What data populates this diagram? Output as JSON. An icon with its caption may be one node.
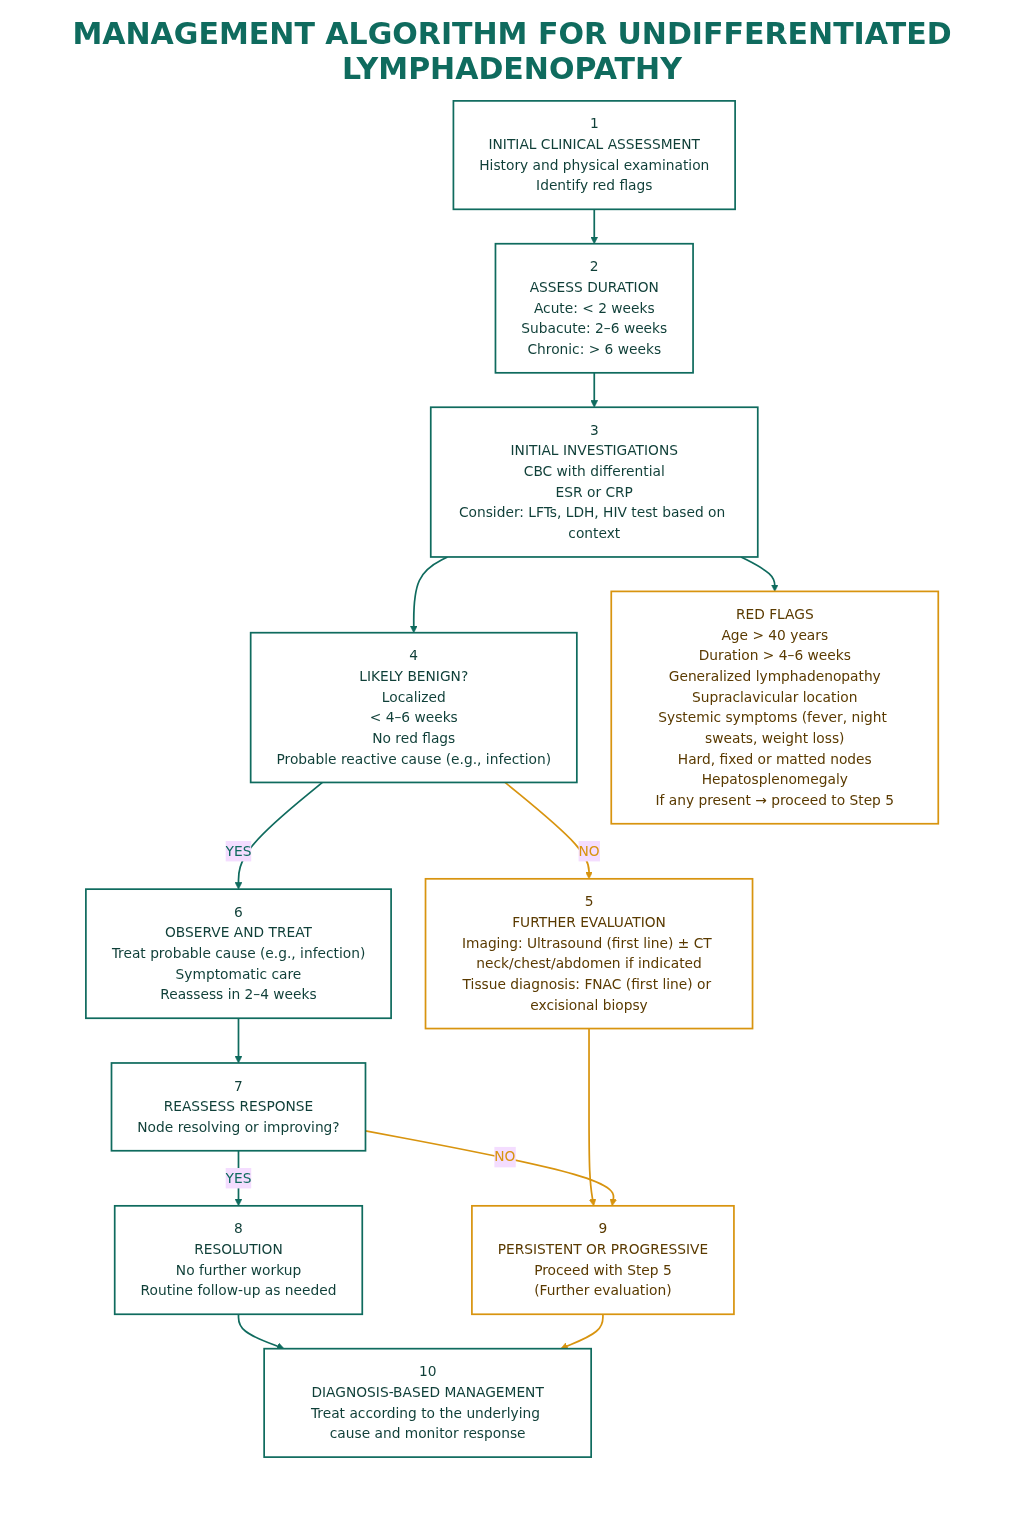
{
  "diagram": {
    "title": "MANAGEMENT ALGORITHM FOR UNDIFFERENTIATED LYMPHADENOPATHY",
    "nodes": [
      {
        "text": [
          "1",
          "INITIAL CLINICAL ASSESSMENT",
          "History and physical examination",
          "Identify red flags"
        ]
      },
      {
        "text": [
          "2",
          "ASSESS DURATION",
          "Acute: < 2 weeks",
          "Subacute: 2–6 weeks",
          "Chronic: > 6 weeks"
        ]
      },
      {
        "text": [
          "3",
          "INITIAL INVESTIGATIONS",
          "CBC with differential",
          "ESR or CRP",
          "Consider: LFTs, LDH, HIV test based on context"
        ]
      },
      {
        "text": [
          "RED FLAGS",
          "Age > 40 years",
          "Duration > 4–6 weeks",
          "Generalized lymphadenopathy",
          "Supraclavicular location",
          "Systemic symptoms (fever, night sweats, weight loss)",
          "Hard, fixed or matted nodes",
          "Hepatosplenomegaly",
          "If any present → proceed to Step 5"
        ]
      },
      {
        "text": [
          "4",
          "LIKELY BENIGN?",
          "Localized",
          "< 4–6 weeks",
          "No red flags",
          "Probable reactive cause (e.g., infection)"
        ]
      },
      {
        "text": [
          "5",
          "FURTHER EVALUATION",
          "Imaging: Ultrasound (first line) ± CT neck/chest/abdomen if indicated",
          "Tissue diagnosis: FNAC (first line) or excisional biopsy"
        ]
      },
      {
        "text": [
          "6",
          "OBSERVE AND TREAT",
          "Treat probable cause (e.g., infection)",
          "Symptomatic care",
          "Reassess in 2–4 weeks"
        ]
      },
      {
        "text": [
          "7",
          "REASSESS RESPONSE",
          "Node resolving or improving?"
        ]
      },
      {
        "text": [
          "8",
          "RESOLUTION",
          "No further workup",
          "Routine follow-up as needed"
        ]
      },
      {
        "text": [
          "9",
          "PERSISTENT OR PROGRESSIVE",
          "Proceed with Step 5",
          "(Further evaluation)"
        ]
      },
      {
        "text": [
          "10",
          "DIAGNOSIS-BASED MANAGEMENT",
          "Treat according to the underlying cause and monitor response"
        ]
      }
    ],
    "edges": [
      {
        "from": 0,
        "to": 1,
        "arrow": "to"
      },
      {
        "from": 1,
        "to": 2,
        "arrow": "to"
      },
      {
        "from": 2,
        "to": 3,
        "arrow": "to"
      },
      {
        "from": 2,
        "to": 4,
        "arrow": "to"
      },
      {
        "from": 4,
        "to": 5,
        "arrow": "to",
        "label": "NO",
        "color": "#d8940f"
      },
      {
        "from": 4,
        "to": 6,
        "arrow": "to",
        "label": "YES"
      },
      {
        "from": 6,
        "to": 7,
        "arrow": "to"
      },
      {
        "from": 5,
        "to": 9,
        "arrow": "to",
        "color": "#d8940f"
      },
      {
        "from": 7,
        "to": 8,
        "arrow": "to",
        "label": "YES"
      },
      {
        "from": 7,
        "to": 9,
        "arrow": "to",
        "label": "NO",
        "color": "#d8940f"
      },
      {
        "from": 8,
        "to": 10,
        "arrow": "to"
      },
      {
        "from": 9,
        "to": 10,
        "arrow": "to",
        "color": "#d8940f"
      }
    ]
  }
}
